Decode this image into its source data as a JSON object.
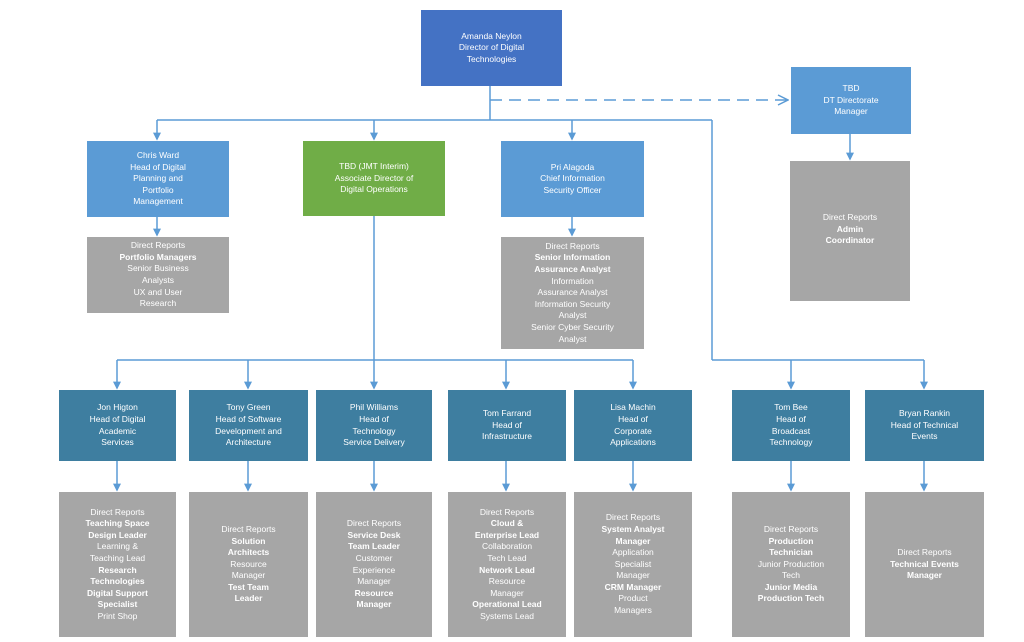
{
  "director": {
    "lines": [
      {
        "text": "Amanda Neylon"
      },
      {
        "text": "Director of Digital"
      },
      {
        "text": "Technologies"
      }
    ]
  },
  "dt_manager": {
    "lines": [
      {
        "text": "TBD"
      },
      {
        "text": "DT Directorate"
      },
      {
        "text": "Manager"
      }
    ]
  },
  "dt_manager_reports": {
    "lines": [
      {
        "text": "Direct Reports"
      },
      {
        "text": "Admin",
        "bold": true
      },
      {
        "text": "Coordinator",
        "bold": true
      }
    ]
  },
  "chris_ward": {
    "lines": [
      {
        "text": "Chris Ward"
      },
      {
        "text": "Head of Digital"
      },
      {
        "text": "Planning and"
      },
      {
        "text": "Portfolio"
      },
      {
        "text": "Management"
      }
    ]
  },
  "chris_ward_reports": {
    "lines": [
      {
        "text": "Direct Reports"
      },
      {
        "text": "Portfolio Managers",
        "bold": true
      },
      {
        "text": "Senior Business"
      },
      {
        "text": "Analysts"
      },
      {
        "text": "UX and User"
      },
      {
        "text": "Research"
      }
    ]
  },
  "assoc_director": {
    "lines": [
      {
        "text": "TBD (JMT Interim)"
      },
      {
        "text": "Associate Director of"
      },
      {
        "text": "Digital Operations"
      }
    ]
  },
  "pri_alagoda": {
    "lines": [
      {
        "text": "Pri Alagoda"
      },
      {
        "text": "Chief Information"
      },
      {
        "text": "Security Officer"
      }
    ]
  },
  "pri_alagoda_reports": {
    "lines": [
      {
        "text": "Direct Reports"
      },
      {
        "text": "Senior Information",
        "bold": true
      },
      {
        "text": "Assurance Analyst",
        "bold": true
      },
      {
        "text": "Information"
      },
      {
        "text": "Assurance Analyst"
      },
      {
        "text": "Information Security"
      },
      {
        "text": "Analyst"
      },
      {
        "text": "Senior Cyber Security"
      },
      {
        "text": "Analyst"
      }
    ]
  },
  "jon_higton": {
    "lines": [
      {
        "text": "Jon Higton"
      },
      {
        "text": "Head of Digital"
      },
      {
        "text": "Academic"
      },
      {
        "text": "Services"
      }
    ]
  },
  "jon_higton_reports": {
    "lines": [
      {
        "text": "Direct Reports"
      },
      {
        "text": "Teaching Space",
        "bold": true
      },
      {
        "text": "Design Leader",
        "bold": true
      },
      {
        "text": "Learning &"
      },
      {
        "text": "Teaching Lead"
      },
      {
        "text": "Research",
        "bold": true
      },
      {
        "text": "Technologies",
        "bold": true
      },
      {
        "text": "Digital Support",
        "bold": true
      },
      {
        "text": "Specialist",
        "bold": true
      },
      {
        "text": "Print Shop"
      }
    ]
  },
  "tony_green": {
    "lines": [
      {
        "text": "Tony Green"
      },
      {
        "text": "Head of Software"
      },
      {
        "text": "Development and"
      },
      {
        "text": "Architecture"
      }
    ]
  },
  "tony_green_reports": {
    "lines": [
      {
        "text": "Direct Reports"
      },
      {
        "text": "Solution",
        "bold": true
      },
      {
        "text": "Architects",
        "bold": true
      },
      {
        "text": "Resource"
      },
      {
        "text": "Manager"
      },
      {
        "text": "Test Team",
        "bold": true
      },
      {
        "text": "Leader",
        "bold": true
      }
    ]
  },
  "phil_williams": {
    "lines": [
      {
        "text": "Phil Williams"
      },
      {
        "text": "Head of"
      },
      {
        "text": "Technology"
      },
      {
        "text": "Service Delivery"
      }
    ]
  },
  "phil_williams_reports": {
    "lines": [
      {
        "text": "Direct Reports"
      },
      {
        "text": "Service Desk",
        "bold": true
      },
      {
        "text": "Team Leader",
        "bold": true
      },
      {
        "text": "Customer"
      },
      {
        "text": "Experience"
      },
      {
        "text": "Manager"
      },
      {
        "text": "Resource",
        "bold": true
      },
      {
        "text": "Manager",
        "bold": true
      }
    ]
  },
  "tom_farrand": {
    "lines": [
      {
        "text": "Tom Farrand"
      },
      {
        "text": "Head of"
      },
      {
        "text": "Infrastructure"
      }
    ]
  },
  "tom_farrand_reports": {
    "lines": [
      {
        "text": "Direct Reports"
      },
      {
        "text": "Cloud &",
        "bold": true
      },
      {
        "text": "Enterprise Lead",
        "bold": true
      },
      {
        "text": "Collaboration"
      },
      {
        "text": "Tech Lead"
      },
      {
        "text": "Network Lead",
        "bold": true
      },
      {
        "text": "Resource"
      },
      {
        "text": "Manager"
      },
      {
        "text": "Operational Lead",
        "bold": true
      },
      {
        "text": "Systems Lead"
      }
    ]
  },
  "lisa_machin": {
    "lines": [
      {
        "text": "Lisa Machin"
      },
      {
        "text": "Head of"
      },
      {
        "text": "Corporate"
      },
      {
        "text": "Applications"
      }
    ]
  },
  "lisa_machin_reports": {
    "lines": [
      {
        "text": "Direct Reports"
      },
      {
        "text": "System Analyst",
        "bold": true
      },
      {
        "text": "Manager",
        "bold": true
      },
      {
        "text": "Application"
      },
      {
        "text": "Specialist"
      },
      {
        "text": "Manager"
      },
      {
        "text": "CRM Manager",
        "bold": true
      },
      {
        "text": "Product"
      },
      {
        "text": "Managers"
      }
    ]
  },
  "tom_bee": {
    "lines": [
      {
        "text": "Tom Bee"
      },
      {
        "text": "Head of"
      },
      {
        "text": "Broadcast"
      },
      {
        "text": "Technology"
      }
    ]
  },
  "tom_bee_reports": {
    "lines": [
      {
        "text": "Direct Reports"
      },
      {
        "text": "Production",
        "bold": true
      },
      {
        "text": "Technician",
        "bold": true
      },
      {
        "text": "Junior Production"
      },
      {
        "text": "Tech"
      },
      {
        "text": "Junior Media",
        "bold": true
      },
      {
        "text": "Production Tech",
        "bold": true
      }
    ]
  },
  "bryan_rankin": {
    "lines": [
      {
        "text": "Bryan Rankin"
      },
      {
        "text": "Head of Technical"
      },
      {
        "text": "Events"
      }
    ]
  },
  "bryan_rankin_reports": {
    "lines": [
      {
        "text": "Direct Reports"
      },
      {
        "text": "Technical Events",
        "bold": true
      },
      {
        "text": "Manager",
        "bold": true
      }
    ]
  },
  "colors": {
    "director": "#4472c4",
    "head": "#5b9bd5",
    "associate": "#70ad47",
    "operations_head": "#3e7ea0",
    "reports": "#a6a6a6",
    "connector": "#5b9bd5"
  }
}
